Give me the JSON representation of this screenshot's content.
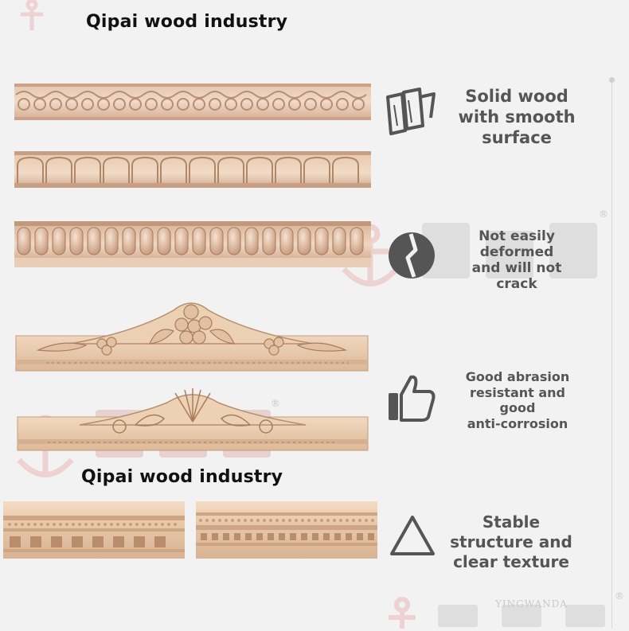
{
  "brand_top": "Qipai wood industry",
  "brand_mid": "Qipai wood industry",
  "features": [
    {
      "icon": "wood-boards-icon",
      "text": "Solid wood\nwith smooth\nsurface"
    },
    {
      "icon": "crack-circle-icon",
      "text": "Not easily\ndeformed\nand will not\ncrack"
    },
    {
      "icon": "thumbs-up-icon",
      "text": "Good abrasion\nresistant and\ngood\nanti-corrosion"
    },
    {
      "icon": "triangle-icon",
      "text": "Stable\nstructure and\nclear texture"
    }
  ],
  "watermark": {
    "latin": "YINGWANDA",
    "mark": "®"
  },
  "colors": {
    "wood_light": "#ead2bc",
    "wood_mid": "#d9b596",
    "wood_dark": "#b98a68",
    "icon_gray": "#555555",
    "watermark_red": "#e08a8a"
  }
}
